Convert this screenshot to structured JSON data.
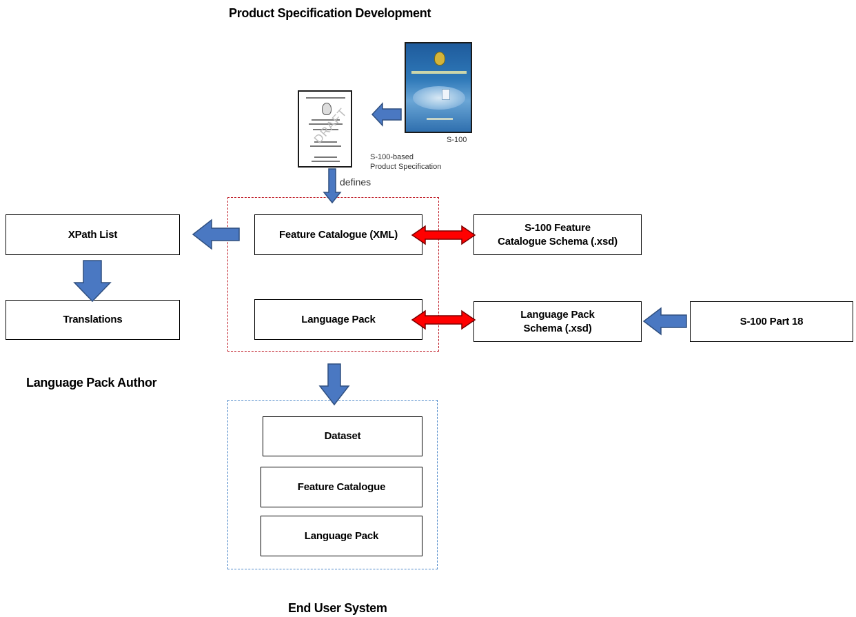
{
  "headings": {
    "product_spec_dev": "Product Specification Development",
    "language_pack_author": "Language Pack Author",
    "end_user_system": "End User System"
  },
  "documents": {
    "s100_caption": "S-100",
    "product_spec_caption_line1": "S-100-based",
    "product_spec_caption_line2": "Product Specification"
  },
  "labels": {
    "defines": "defines"
  },
  "boxes": {
    "xpath_list": "XPath List",
    "translations": "Translations",
    "feature_catalogue_xml": "Feature Catalogue (XML)",
    "language_pack": "Language Pack",
    "fc_schema_line1": "S-100 Feature",
    "fc_schema_line2": "Catalogue Schema (.xsd)",
    "lp_schema_line1": "Language Pack",
    "lp_schema_line2": "Schema (.xsd)",
    "s100_part18": "S-100 Part 18",
    "dataset": "Dataset",
    "eu_feature_catalogue": "Feature Catalogue",
    "eu_language_pack": "Language Pack"
  },
  "colors": {
    "block_arrow_fill": "#4a78c2",
    "block_arrow_stroke": "#2f4f7f",
    "double_arrow_fill": "#ff0000",
    "double_arrow_stroke": "#7a0000",
    "red_dash": "#c0202a",
    "blue_dash": "#4a86c8"
  }
}
